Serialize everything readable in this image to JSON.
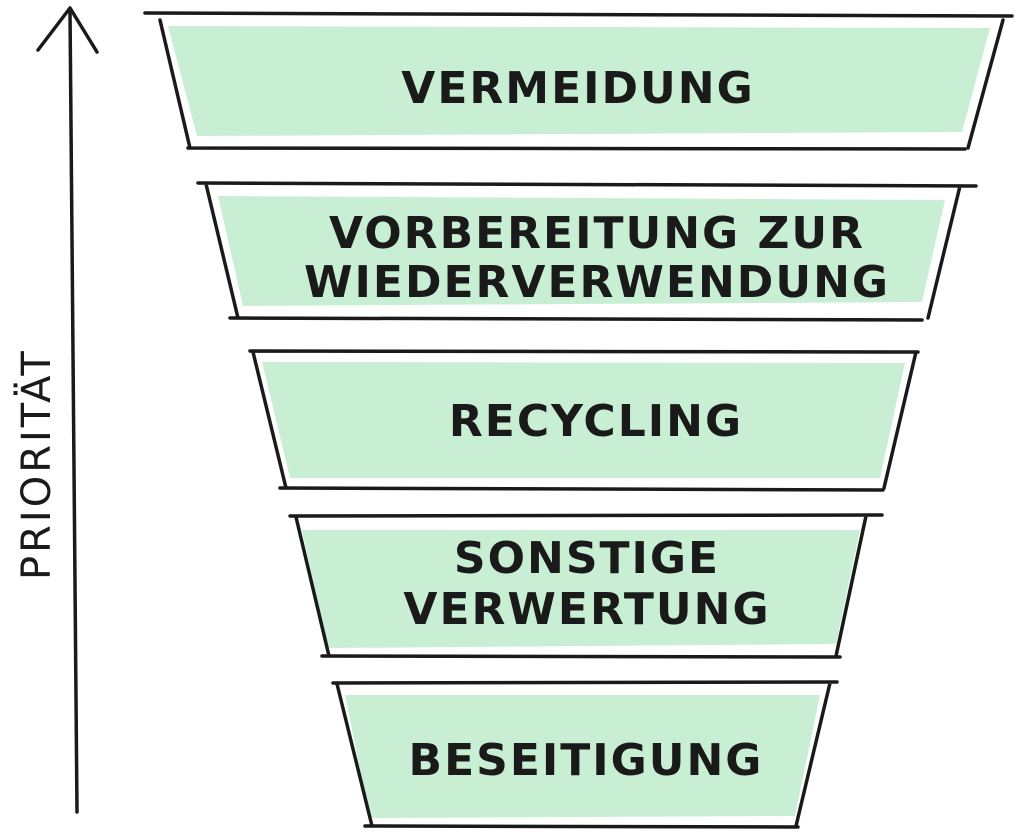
{
  "axis_label": "PRIORITÄT",
  "tiers": [
    {
      "lines": [
        "VERMEIDUNG"
      ]
    },
    {
      "lines": [
        "VORBEREITUNG ZUR",
        "WIEDERVERWENDUNG"
      ]
    },
    {
      "lines": [
        "RECYCLING"
      ]
    },
    {
      "lines": [
        "SONSTIGE",
        "VERWERTUNG"
      ]
    },
    {
      "lines": [
        "BESEITIGUNG"
      ]
    }
  ],
  "colors": {
    "fill": "#c8efd3",
    "ink": "#1a1a1a",
    "background": "#ffffff"
  }
}
